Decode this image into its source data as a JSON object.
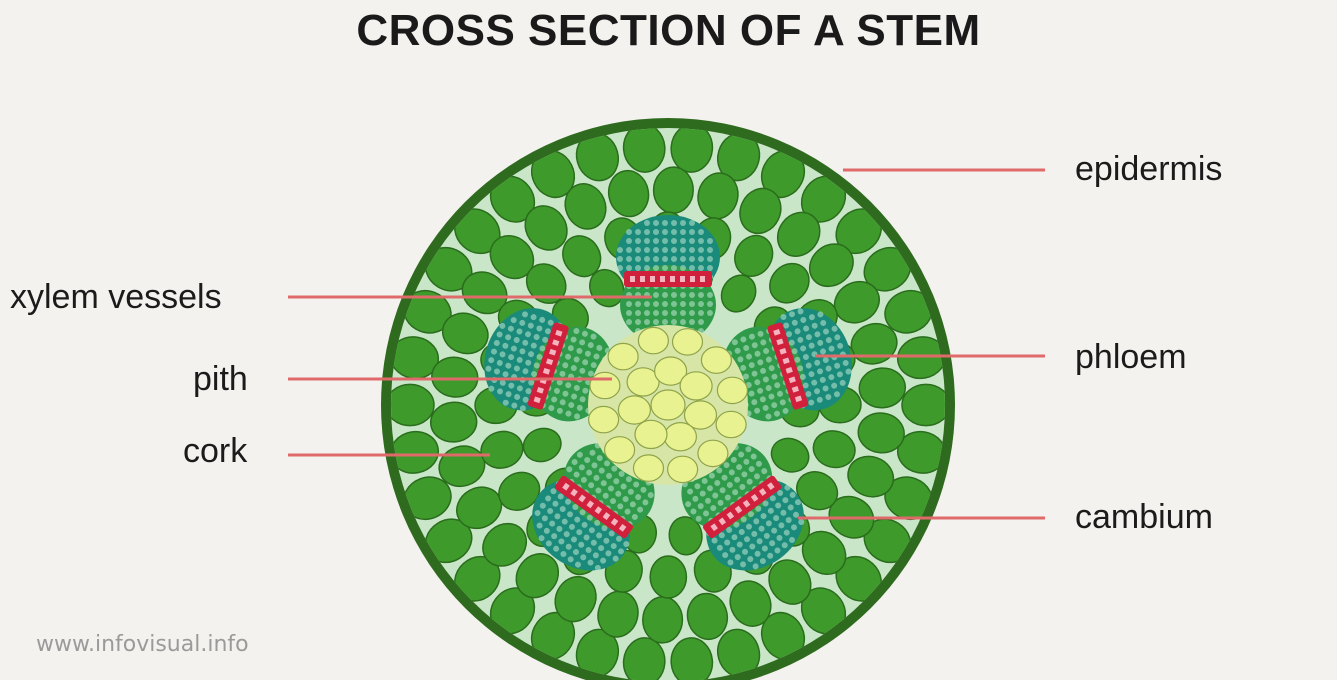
{
  "title": "CROSS SECTION OF A STEM",
  "labels": {
    "epidermis": "epidermis",
    "xylem": "xylem vessels",
    "phloem": "phloem",
    "pith": "pith",
    "cork": "cork",
    "cambium": "cambium"
  },
  "watermark": "www.infovisual.info",
  "colors": {
    "background": "#f4f2ee",
    "epidermis": "#2f6b1f",
    "cortex_cell": "#3f9a2c",
    "cortex_gap": "#c9e6c9",
    "pith_cell": "#e9f290",
    "vascular_xylem": "#1a8a7a",
    "vascular_phloem": "#2f9a4a",
    "cambium": "#d1203c",
    "leader_line": "#e06a6a"
  }
}
